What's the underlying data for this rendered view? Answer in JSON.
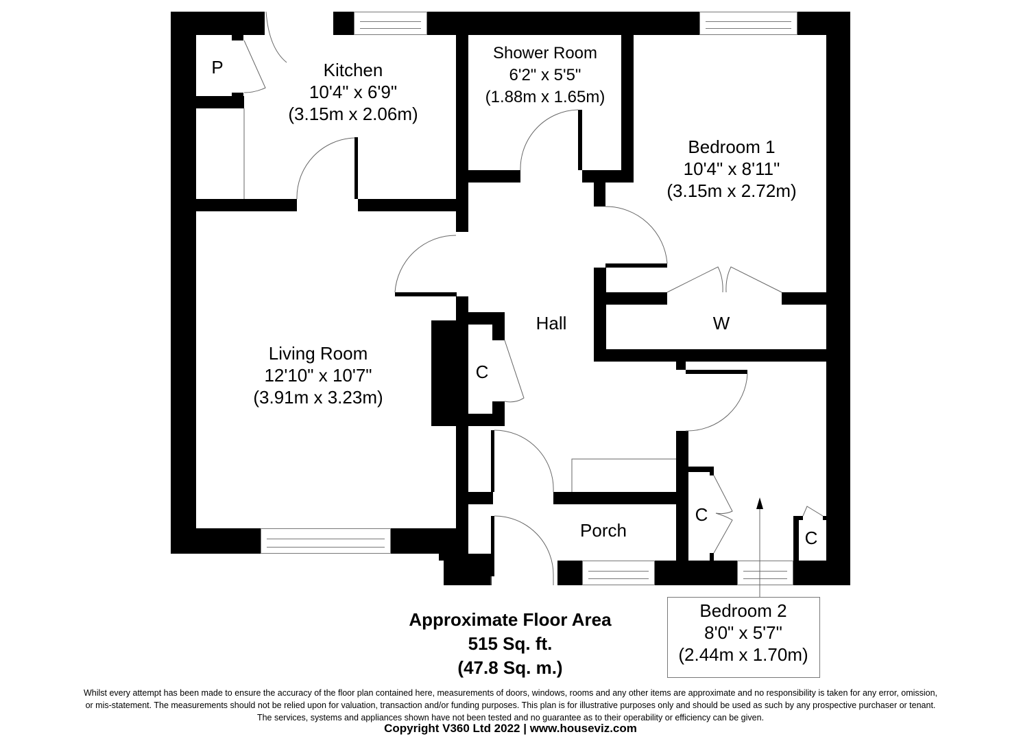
{
  "rooms": {
    "kitchen": {
      "name": "Kitchen",
      "imperial": "10'4\" x 6'9\"",
      "metric": "(3.15m x 2.06m)"
    },
    "shower_room": {
      "name": "Shower Room",
      "imperial": "6'2\" x 5'5\"",
      "metric": "(1.88m x 1.65m)"
    },
    "bedroom1": {
      "name": "Bedroom 1",
      "imperial": "10'4\" x 8'11\"",
      "metric": "(3.15m x 2.72m)"
    },
    "living_room": {
      "name": "Living Room",
      "imperial": "12'10\" x 10'7\"",
      "metric": "(3.91m x 3.23m)"
    },
    "hall": {
      "name": "Hall"
    },
    "porch": {
      "name": "Porch"
    },
    "bedroom2": {
      "name": "Bedroom 2",
      "imperial": "8'0\" x 5'7\"",
      "metric": "(2.44m x 1.70m)"
    }
  },
  "storage": {
    "pantry": "P",
    "wardrobe": "W",
    "cupboard_hall": "C",
    "cupboard_porch": "C",
    "cupboard_bedroom2": "C"
  },
  "floor_area": {
    "title": "Approximate Floor Area",
    "sq_ft": "515 Sq. ft.",
    "sq_m": "(47.8 Sq. m.)"
  },
  "disclaimer": {
    "line1": "Whilst every attempt has been made to ensure the accuracy of the floor plan contained here, measurements of doors, windows, rooms and any other items are approximate and no responsibility is taken for any error, omission,",
    "line2": "or mis-statement. The measurements should not be relied upon for valuation, transaction and/or funding purposes. This plan is for illustrative purposes only and should be used as such by any prospective purchaser or tenant.",
    "line3": "The services, systems and appliances shown have not been tested and no guarantee as to their operability or efficiency can be given."
  },
  "copyright": "Copyright V360 Ltd 2022 | www.houseviz.com",
  "colors": {
    "wall": "#000000",
    "background": "#ffffff",
    "fixture_line": "#777777"
  }
}
